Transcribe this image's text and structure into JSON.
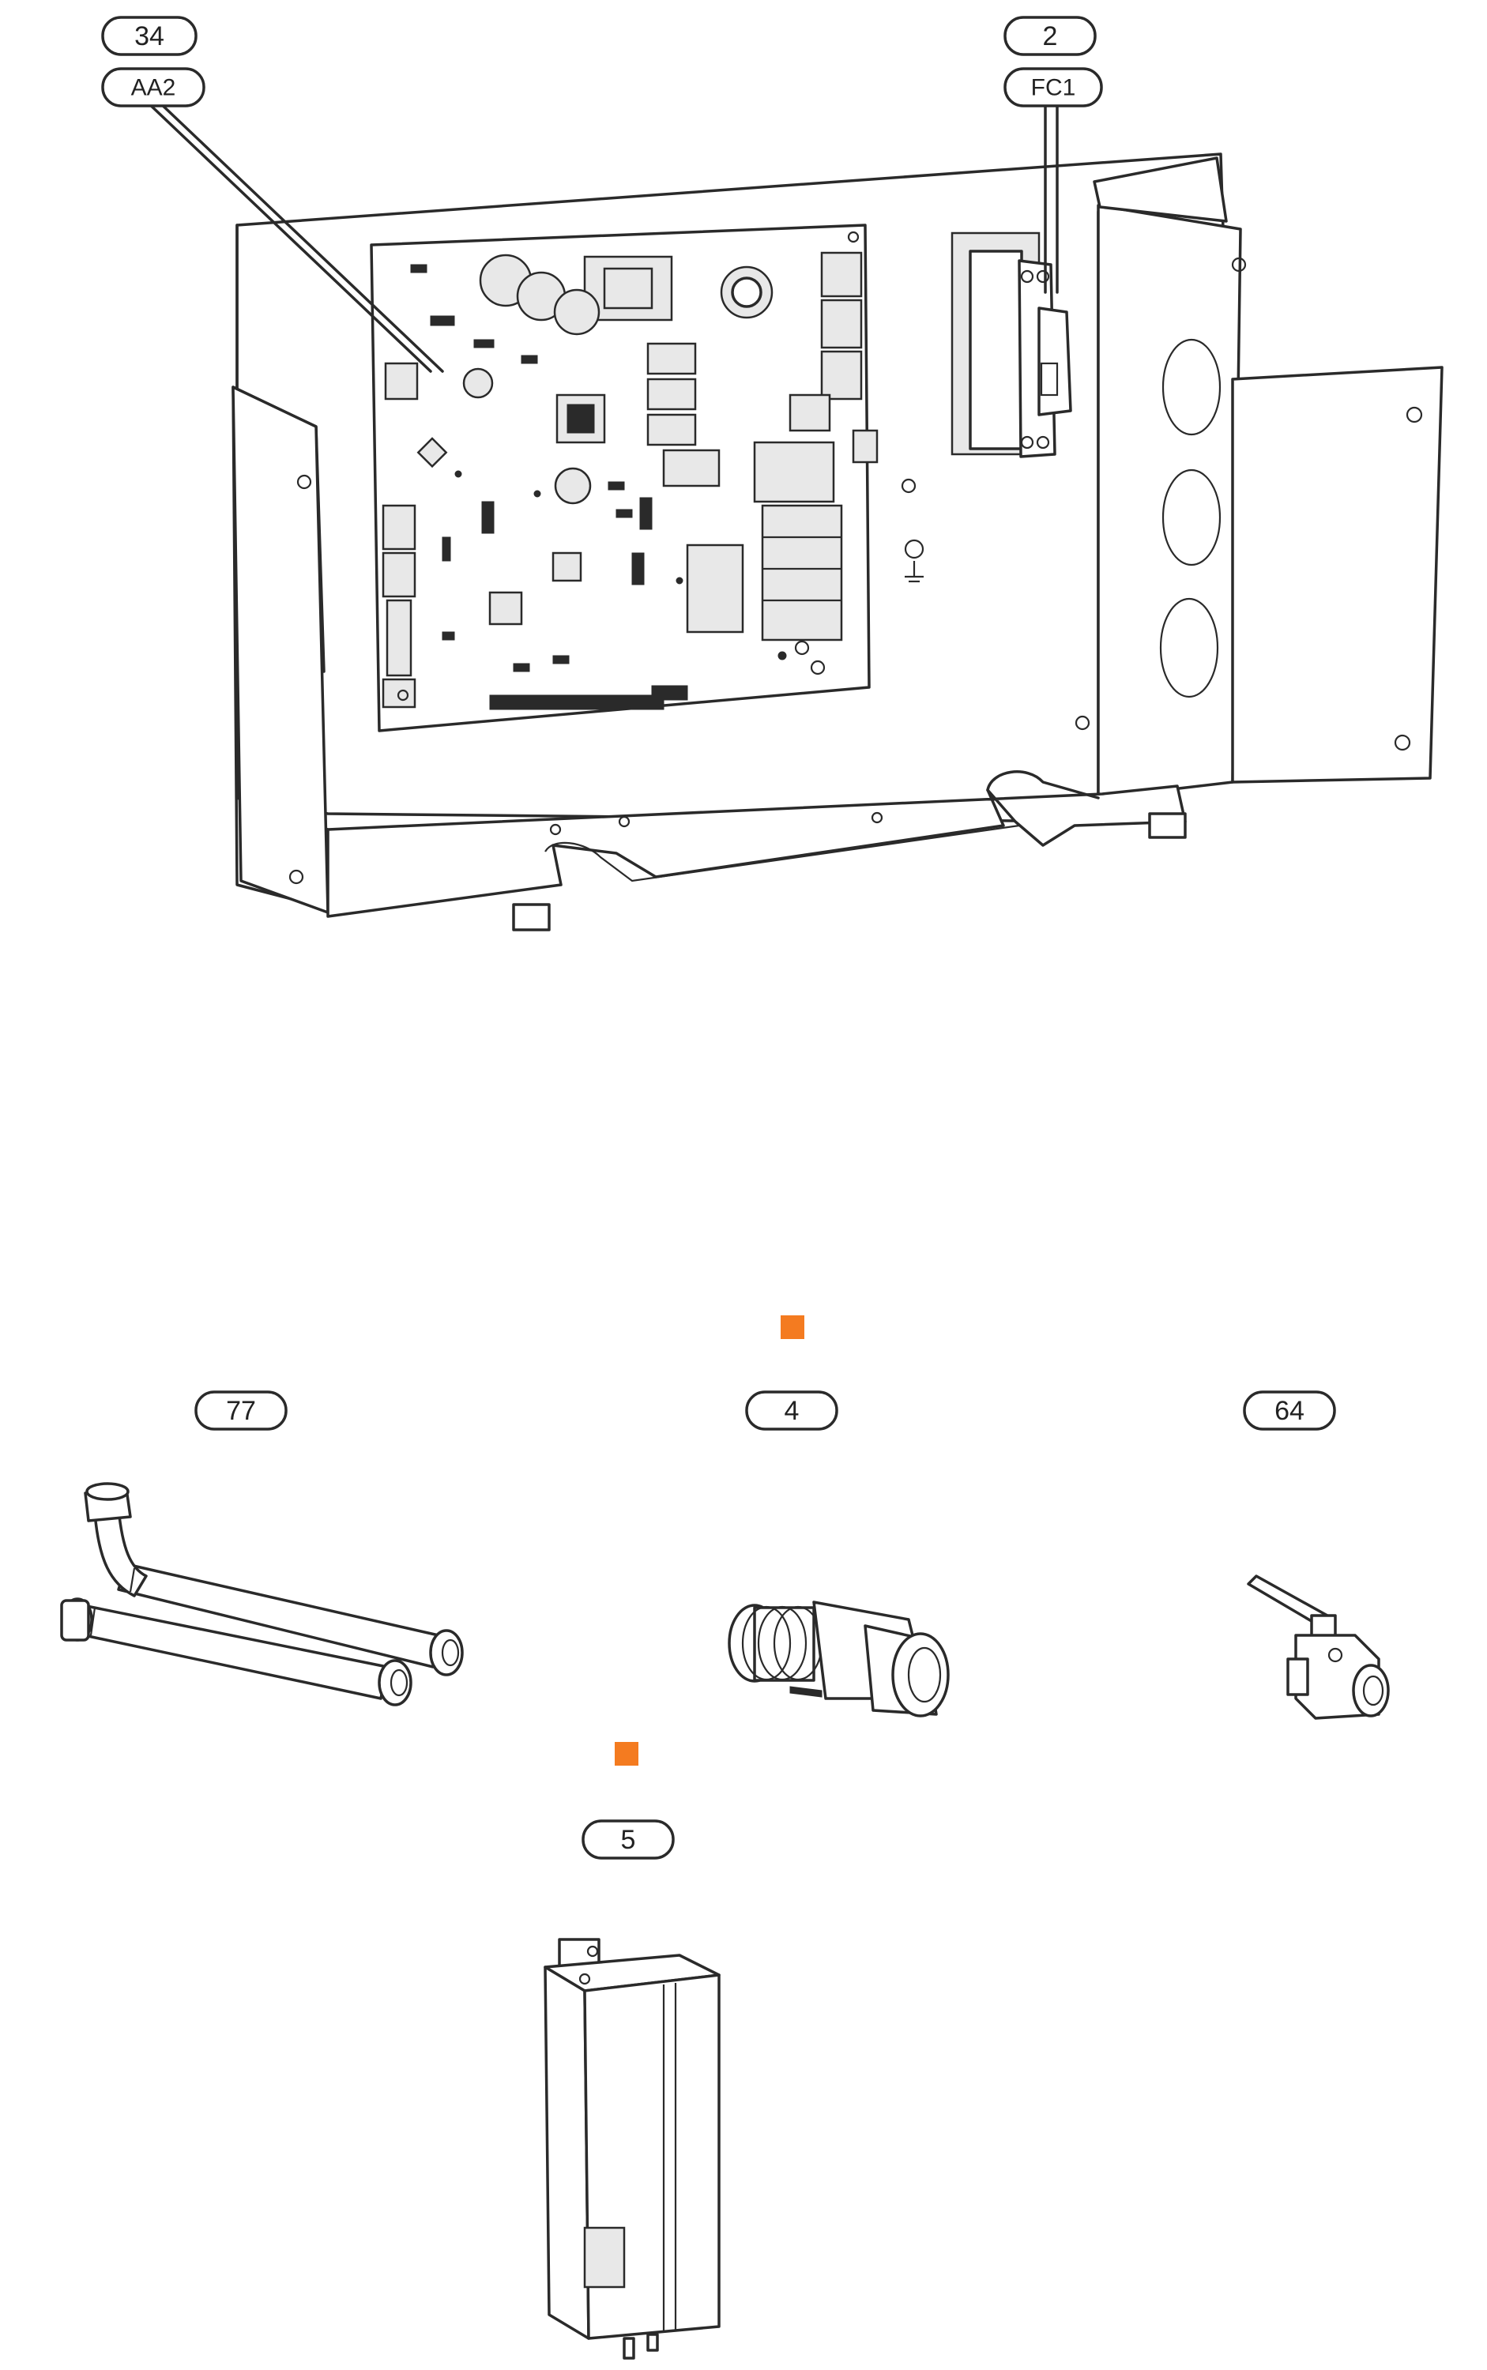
{
  "labels": {
    "box_part_number": "34",
    "board_designation": "AA2",
    "breaker_part_number": "2",
    "breaker_designation": "FC1",
    "hose_part_number": "77",
    "filter_part_number": "4",
    "valve_part_number": "64",
    "heater_part_number": "5"
  },
  "colors": {
    "marker": "#f47b20",
    "line": "#2a2a2a"
  },
  "icons": {
    "marker": "orange-square-marker-icon",
    "ground": "ground-symbol-icon"
  }
}
